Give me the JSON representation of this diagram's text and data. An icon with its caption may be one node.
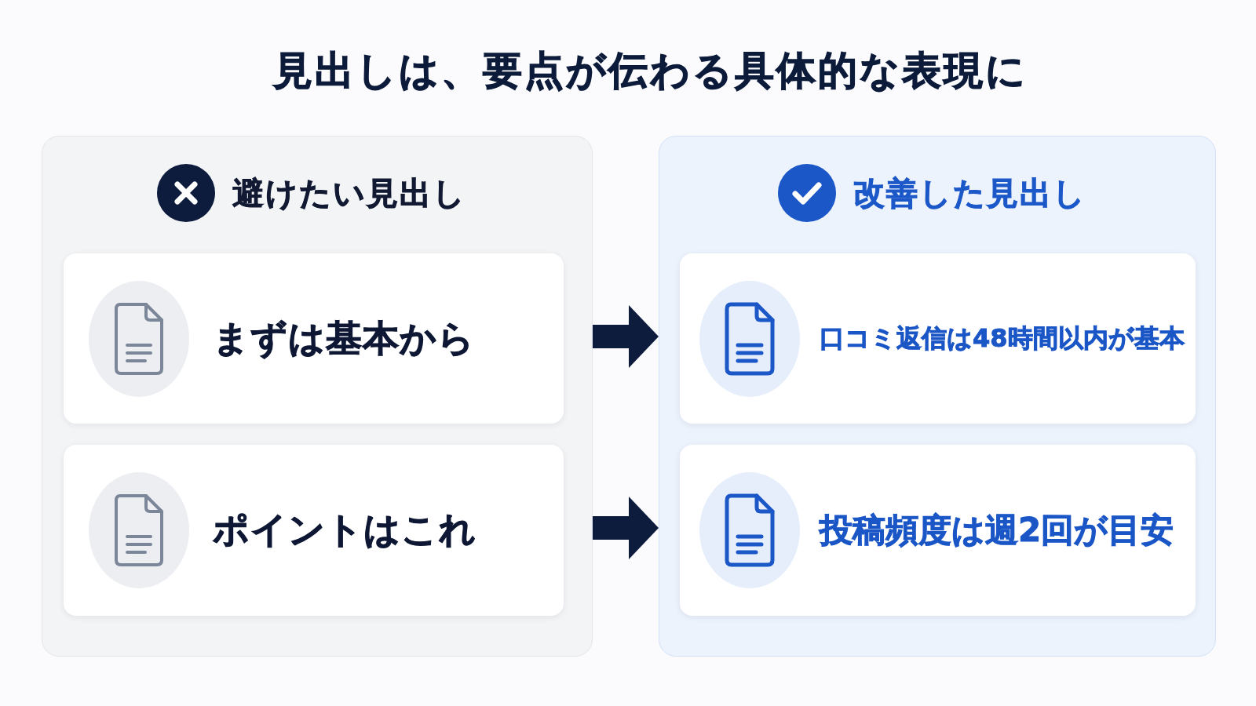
{
  "diagram": {
    "title": "見出しは、要点が伝わる具体的な表現に",
    "nodes": [
      {
        "text": [
          "避けたい見出し"
        ]
      },
      {
        "text": [
          "まずは基本から"
        ],
        "in": 0
      },
      {
        "text": [
          "ポイントはこれ"
        ],
        "in": 0
      },
      {
        "text": [
          "改善した見出し"
        ]
      },
      {
        "text": [
          "口コミ返信は48時間以内が基本"
        ],
        "in": 3
      },
      {
        "text": [
          "投稿頻度は週2回が目安"
        ],
        "in": 3
      }
    ],
    "edges": [
      {
        "from": 0,
        "to": 3,
        "arrow": "to"
      },
      {
        "from": 0,
        "to": 3,
        "arrow": "to"
      }
    ]
  }
}
